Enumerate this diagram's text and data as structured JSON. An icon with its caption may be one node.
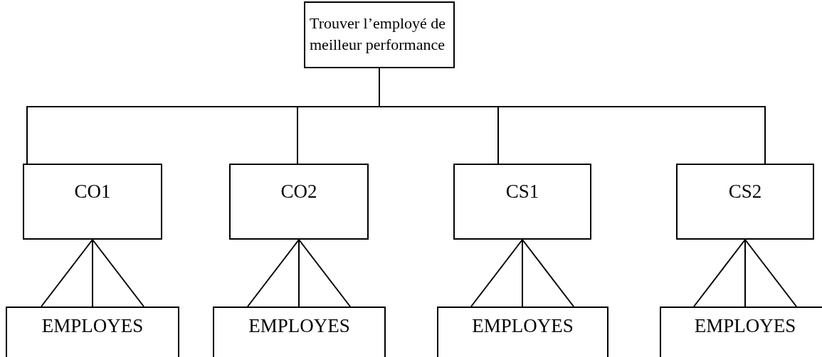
{
  "diagram": {
    "nodes": [
      {
        "text": [
          "Trouver l’employé de meilleur performance"
        ]
      },
      {
        "text": [
          "CO1"
        ]
      },
      {
        "text": [
          "CO2"
        ]
      },
      {
        "text": [
          "CS1"
        ]
      },
      {
        "text": [
          "CS2"
        ]
      },
      {
        "text": [
          "EMPLOYES"
        ]
      },
      {
        "text": [
          "EMPLOYES"
        ]
      },
      {
        "text": [
          "EMPLOYES"
        ]
      },
      {
        "text": [
          "EMPLOYES"
        ]
      }
    ],
    "edges": [
      {
        "from": 0,
        "to": 1,
        "arrow": "none"
      },
      {
        "from": 0,
        "to": 2,
        "arrow": "none"
      },
      {
        "from": 0,
        "to": 3,
        "arrow": "none"
      },
      {
        "from": 0,
        "to": 4,
        "arrow": "none"
      },
      {
        "from": 1,
        "to": 5,
        "arrow": "other"
      },
      {
        "from": 2,
        "to": 6,
        "arrow": "other"
      },
      {
        "from": 3,
        "to": 7,
        "arrow": "other"
      },
      {
        "from": 4,
        "to": 8,
        "arrow": "other"
      }
    ]
  }
}
